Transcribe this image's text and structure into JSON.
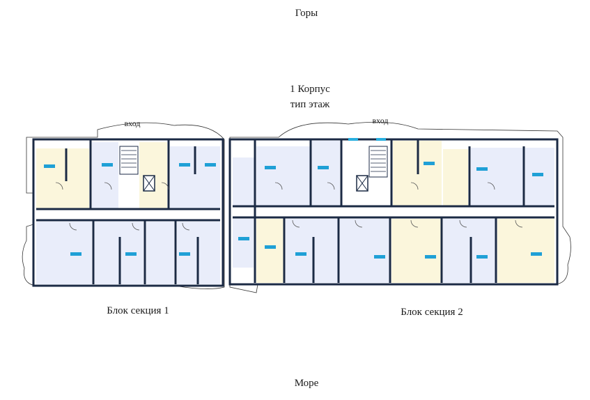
{
  "labels": {
    "north": "Горы",
    "building": "1 Корпус",
    "floor": "тип этаж",
    "entrance": "вход",
    "section1": "Блок секция 1",
    "section2": "Блок секция 2",
    "south": "Море"
  },
  "colors": {
    "wall": "#1b2a44",
    "room_blue": "#e9edfa",
    "room_yellow": "#fbf6dc",
    "corridor": "#ffffff",
    "tag": "#1fa0d6",
    "accent": "#2ab0e0"
  },
  "apartments_section1": [
    {
      "id": "s1-a1",
      "fill": "yellow"
    },
    {
      "id": "s1-a2",
      "fill": "blue"
    },
    {
      "id": "s1-a3",
      "fill": "yellow"
    },
    {
      "id": "s1-a4",
      "fill": "blue"
    },
    {
      "id": "s1-a5",
      "fill": "blue"
    },
    {
      "id": "s1-a6",
      "fill": "blue"
    },
    {
      "id": "s1-a7",
      "fill": "blue"
    },
    {
      "id": "s1-a8",
      "fill": "blue"
    }
  ],
  "apartments_section2": [
    {
      "id": "s2-a1",
      "fill": "blue"
    },
    {
      "id": "s2-a2",
      "fill": "blue"
    },
    {
      "id": "s2-a3",
      "fill": "yellow"
    },
    {
      "id": "s2-a4",
      "fill": "blue"
    },
    {
      "id": "s2-a5",
      "fill": "blue"
    },
    {
      "id": "s2-a6",
      "fill": "yellow"
    },
    {
      "id": "s2-a7",
      "fill": "blue"
    },
    {
      "id": "s2-a8",
      "fill": "blue"
    },
    {
      "id": "s2-a9",
      "fill": "yellow"
    },
    {
      "id": "s2-a10",
      "fill": "blue"
    },
    {
      "id": "s2-a11",
      "fill": "yellow"
    }
  ]
}
